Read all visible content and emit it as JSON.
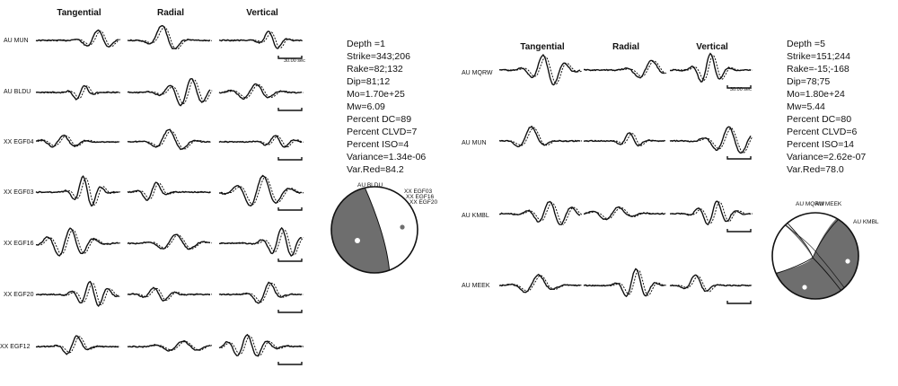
{
  "panels": [
    {
      "id": "left",
      "headers": [
        "Tangential",
        "Radial",
        "Vertical"
      ],
      "scale_label": "30.00 sec",
      "stations": [
        {
          "label": "AU MUN",
          "seed": 1
        },
        {
          "label": "AU BLDU",
          "seed": 2
        },
        {
          "label": "XX EGF04",
          "seed": 3
        },
        {
          "label": "XX EGF03",
          "seed": 4
        },
        {
          "label": "XX EGF16",
          "seed": 5
        },
        {
          "label": "XX EGF20",
          "seed": 6
        },
        {
          "label": "XX EGF12",
          "seed": 7
        }
      ],
      "solution": [
        "Depth =1",
        "Strike=343;206",
        "Rake=82;132",
        "Dip=81;12",
        "Mo=1.70e+25",
        "Mw=6.09",
        "Percent DC=89",
        "Percent CLVD=7",
        "Percent ISO=4",
        "Variance=1.34e-06",
        "Var.Red=84.2"
      ],
      "beachball_labels": [
        "AU BLDU",
        "XX EGF03",
        "XX EGF16",
        "XX EGF20"
      ],
      "beachball_color": "#6e6e6e"
    },
    {
      "id": "right",
      "headers": [
        "Tangential",
        "Radial",
        "Vertical"
      ],
      "scale_label": "30.00 sec",
      "stations": [
        {
          "label": "AU MQRW",
          "seed": 11
        },
        {
          "label": "AU MUN",
          "seed": 12
        },
        {
          "label": "AU KMBL",
          "seed": 13
        },
        {
          "label": "AU MEEK",
          "seed": 14
        }
      ],
      "solution": [
        "Depth =5",
        "Strike=151;244",
        "Rake=-15;-168",
        "Dip=78;75",
        "Mo=1.80e+24",
        "Mw=5.44",
        "Percent DC=80",
        "Percent CLVD=6",
        "Percent ISO=14",
        "Variance=2.62e-07",
        "Var.Red=78.0"
      ],
      "beachball_labels": [
        "AU MQRW",
        "AU MEEK",
        "AU KMBL"
      ],
      "beachball_color": "#6e6e6e"
    }
  ]
}
